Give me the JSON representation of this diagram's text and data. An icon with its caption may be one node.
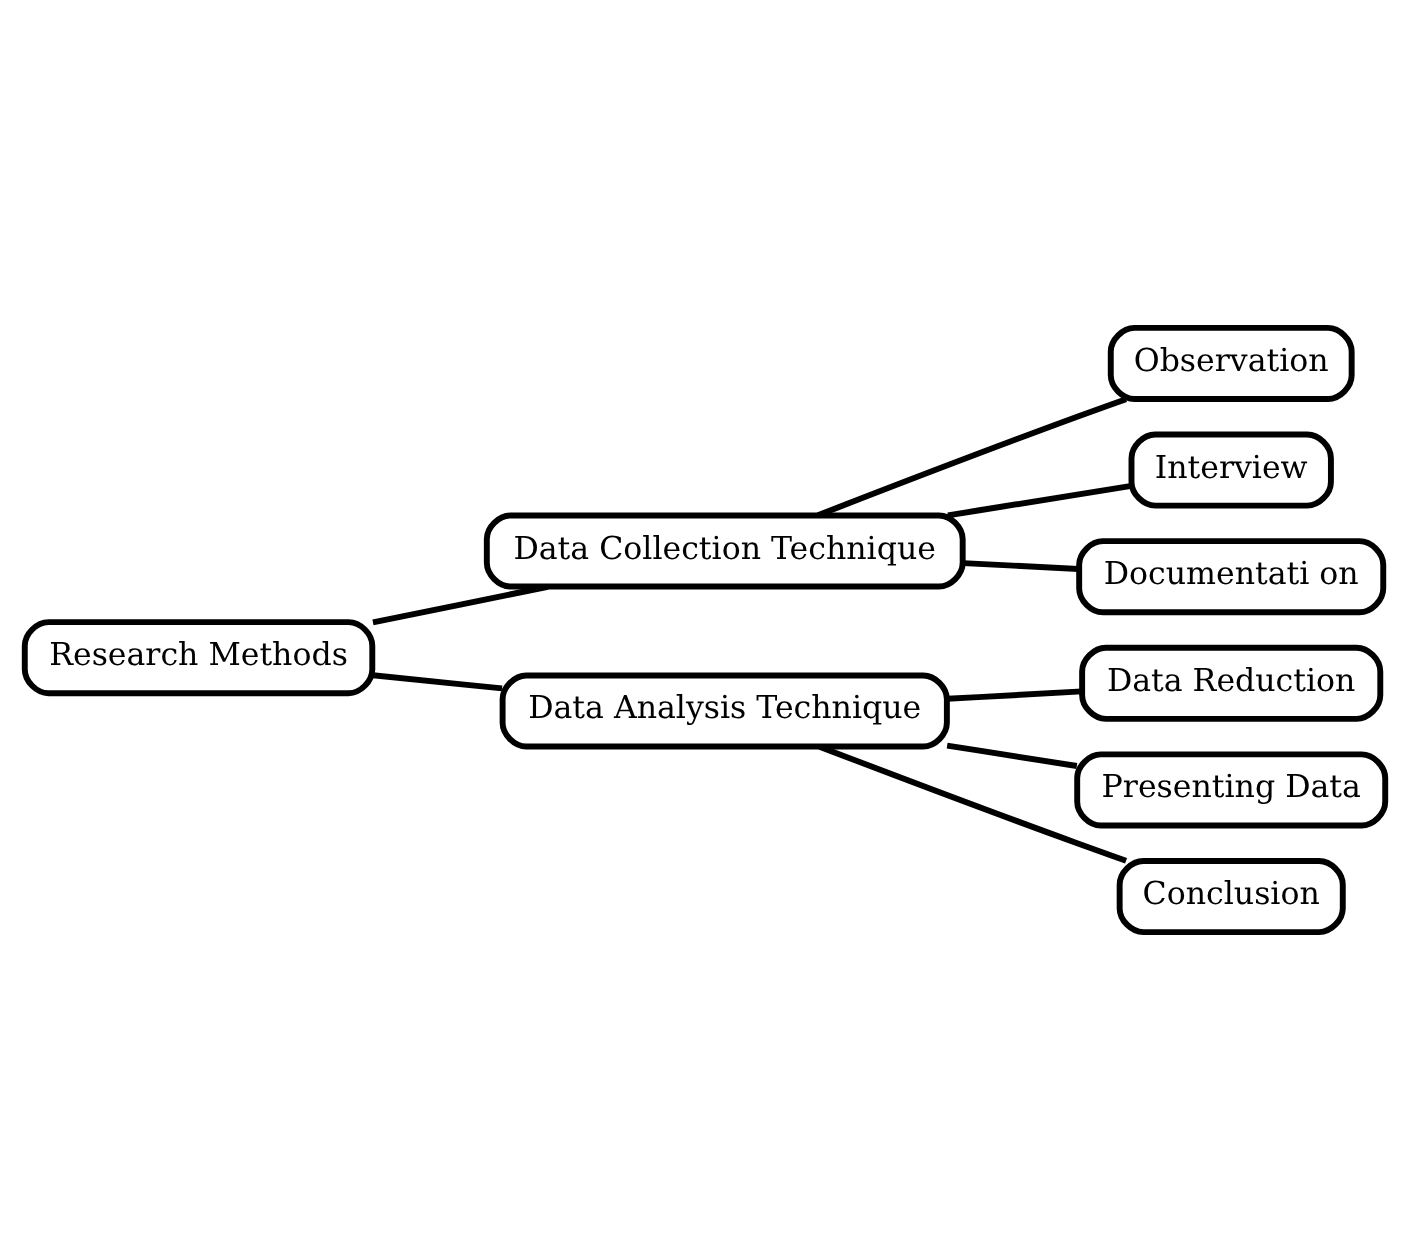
{
  "diagram": {
    "nodes": [
      {
        "text": [
          "Research Methods"
        ]
      },
      {
        "text": [
          "Data Collection Technique"
        ]
      },
      {
        "text": [
          "Observation"
        ]
      },
      {
        "text": [
          "Interview"
        ]
      },
      {
        "text": [
          "Documentati on"
        ]
      },
      {
        "text": [
          "Data Analysis Technique"
        ]
      },
      {
        "text": [
          "Data Reduction"
        ]
      },
      {
        "text": [
          "Presenting Data"
        ]
      },
      {
        "text": [
          "Conclusion"
        ]
      }
    ],
    "edges": [
      {
        "from": 0,
        "to": 1,
        "arrow": "none"
      },
      {
        "from": 0,
        "to": 5,
        "arrow": "none"
      },
      {
        "from": 1,
        "to": 2,
        "arrow": "none"
      },
      {
        "from": 1,
        "to": 3,
        "arrow": "none"
      },
      {
        "from": 1,
        "to": 4,
        "arrow": "none"
      },
      {
        "from": 5,
        "to": 6,
        "arrow": "none"
      },
      {
        "from": 5,
        "to": 7,
        "arrow": "none"
      },
      {
        "from": 5,
        "to": 8,
        "arrow": "none"
      }
    ]
  }
}
